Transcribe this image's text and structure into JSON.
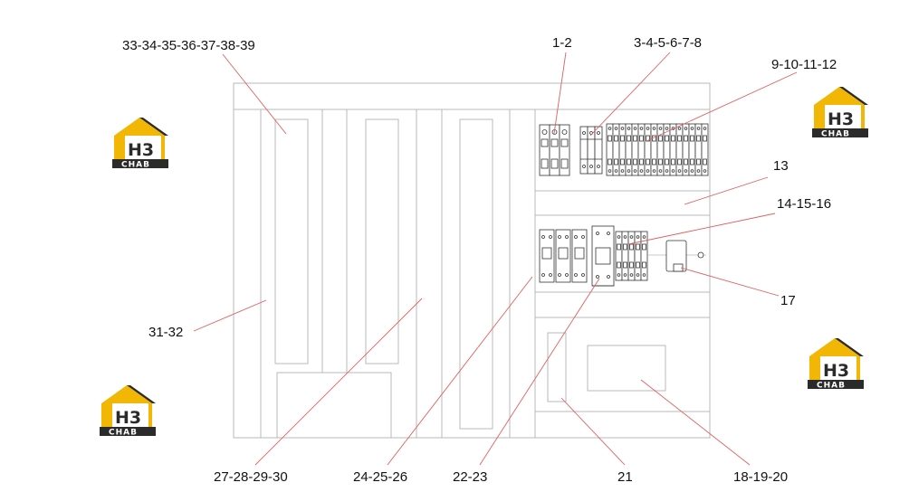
{
  "colors": {
    "outline": "#b9b9b9",
    "leader": "#e06060",
    "text": "#111111",
    "logo_yellow": "#f2b705",
    "logo_dark": "#2b2b2b",
    "logo_white": "#ffffff"
  },
  "labels": {
    "l1": "33-34-35-36-37-38-39",
    "l2": "1-2",
    "l3": "3-4-5-6-7-8",
    "l4": "9-10-11-12",
    "l5": "13",
    "l6": "14-15-16",
    "l7": "17",
    "l8": "31-32",
    "l9": "27-28-29-30",
    "l10": "24-25-26",
    "l11": "22-23",
    "l12": "21",
    "l13": "18-19-20"
  },
  "logo": {
    "main_text": "H3",
    "sub_text": "CHAB",
    "icon": "house-logo-icon"
  }
}
